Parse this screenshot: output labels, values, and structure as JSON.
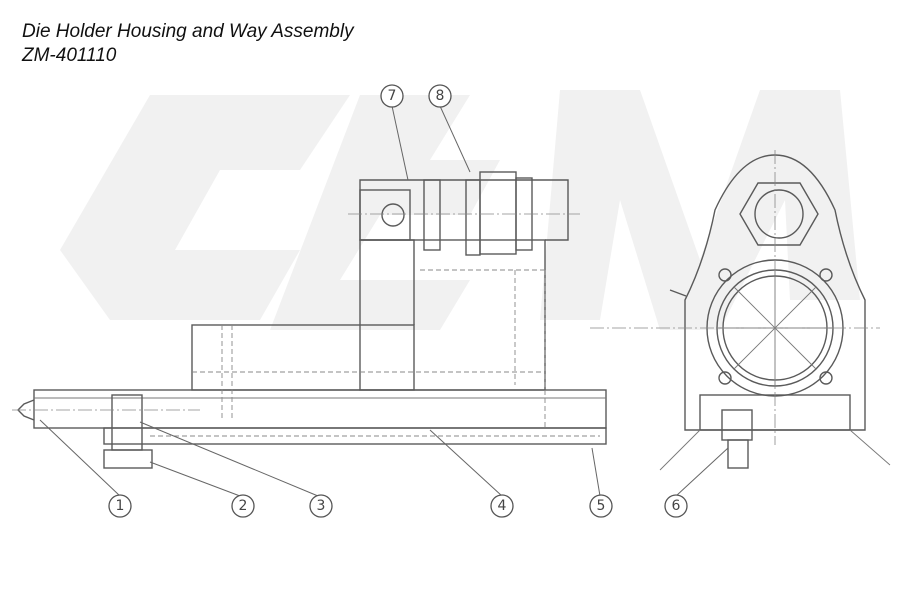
{
  "header": {
    "title": "Die Holder Housing and Way Assembly",
    "part_number": "ZM-401110"
  },
  "callouts": [
    "1",
    "2",
    "3",
    "4",
    "5",
    "6",
    "7",
    "8"
  ],
  "colors": {
    "line": "#5a5a5a",
    "watermark": "#f1f1f1",
    "background": "#ffffff"
  }
}
